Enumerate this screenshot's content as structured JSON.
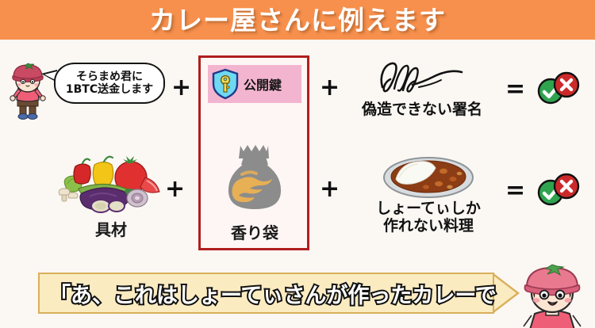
{
  "header": {
    "title": "カレー屋さんに例えます",
    "bg_color": "#F7904D",
    "text_color": "#FFFFFF"
  },
  "colors": {
    "page_bg": "#FBF7F3",
    "accent_orange": "#F7904D",
    "redbox_border": "#B01E1E",
    "publickey_chip_bg": "#F3B4CF",
    "caption_bg": "#FBEBC0",
    "caption_border": "#D8AF5B",
    "check_green": "#2FA44F",
    "cross_red": "#CC2A2A"
  },
  "row1": {
    "speech_bubble": {
      "line1": "そらまめ君に",
      "line2": "1BTC送金します"
    },
    "operator_plus_1": "+",
    "public_key": {
      "label": "公開鍵",
      "icon": "shield-key-icon"
    },
    "operator_plus_2": "+",
    "signature": {
      "label": "偽造できない署名",
      "icon": "handwritten-signature-icon"
    },
    "operator_equals": "=",
    "result": {
      "check_icon": "check-circle-icon",
      "cross_icon": "cross-circle-icon"
    }
  },
  "row2": {
    "ingredients": {
      "label": "具材",
      "icon": "vegetables-icon"
    },
    "operator_plus_1": "+",
    "pouch": {
      "label": "香り袋",
      "icon": "spice-pouch-icon"
    },
    "operator_plus_2": "+",
    "dish": {
      "line1": "しょーてぃしか",
      "line2": "作れない料理",
      "icon": "curry-rice-icon"
    },
    "operator_equals": "=",
    "result": {
      "check_icon": "check-circle-icon",
      "cross_icon": "cross-circle-icon"
    }
  },
  "caption": {
    "text": "「あ、これはしょーてぃさんが作ったカレーで"
  },
  "characters": {
    "left": "tomato-hat-character-full-body",
    "right": "tomato-hat-character-face"
  }
}
